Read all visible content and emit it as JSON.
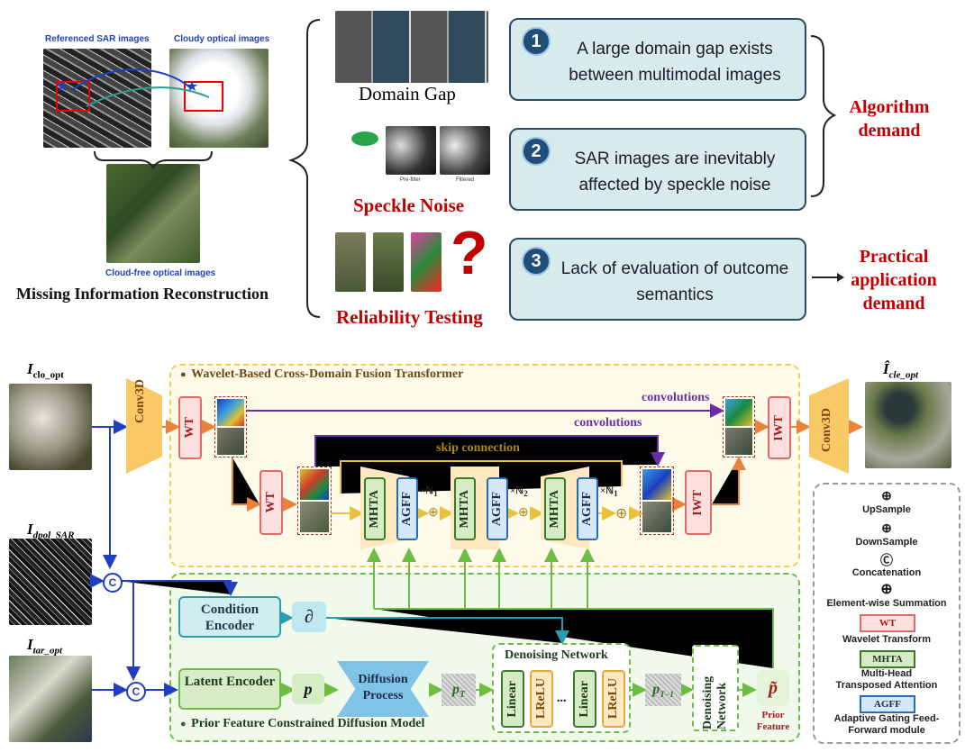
{
  "top": {
    "referenced_sar_label": "Referenced SAR images",
    "cloudy_optical_label": "Cloudy optical images",
    "cloud_free_label": "Cloud-free optical images",
    "missing_info_title": "Missing Information Reconstruction",
    "challenges": [
      {
        "label": "Domain Gap"
      },
      {
        "label": "Speckle Noise",
        "prefilter": "Pre-filter",
        "filtered": "Filtered"
      },
      {
        "label": "Reliability Testing"
      }
    ],
    "demands": [
      {
        "num": "1",
        "text": "A large domain gap exists between multimodal images"
      },
      {
        "num": "2",
        "text": "SAR images are inevitably affected by speckle noise"
      },
      {
        "num": "3",
        "text": "Lack of evaluation of outcome semantics"
      }
    ],
    "algorithm_demand": "Algorithm demand",
    "practical_demand": "Practical application demand"
  },
  "bottom": {
    "input_clo_opt": "I",
    "input_clo_opt_sub": "clo_opt",
    "input_dpol_sar": "I",
    "input_dpol_sar_sub": "dpol_SAR",
    "input_tar_opt": "I",
    "input_tar_opt_sub": "tar_opt",
    "output_label": "Î",
    "output_sub": "cle_opt",
    "conv3d": "Conv3D",
    "wt": "WT",
    "iwt": "IWT",
    "mhta": "MHTA",
    "agff": "AGFF",
    "transformer_title": "Wavelet-Based Cross-Domain Fusion Transformer",
    "diffusion_title": "Prior Feature Constrained Diffusion Model",
    "convolutions": "convolutions",
    "skip_connection": "skip connection",
    "n1": "×ℕ",
    "n1_sub": "1",
    "n2": "×ℕ",
    "n2_sub": "2",
    "condition_encoder": "Condition Encoder",
    "latent_encoder": "Latent Encoder",
    "diffusion_process": "Diffusion Process",
    "denoising_network": "Denoising Network",
    "linear": "Linear",
    "lrelu": "LReLU",
    "ellipsis": "...",
    "partial": "∂",
    "p": "p",
    "p_T": "p",
    "p_T_sub": "T",
    "p_T1": "p",
    "p_T1_sub": "T−1",
    "p_tilde": "p̃",
    "prior_feature": "Prior Feature",
    "concat_symbol": "C",
    "legend": {
      "upsample": "UpSample",
      "downsample": "DownSample",
      "concatenation": "Concatenation",
      "summation": "Element-wise Summation",
      "wt_box": "WT",
      "wt_desc": "Wavelet Transform",
      "mhta_box": "MHTA",
      "mhta_desc": "Multi-Head Transposed Attention",
      "agff_box": "AGFF",
      "agff_desc": "Adaptive Gating Feed-Forward module"
    }
  },
  "colors": {
    "red_title": "#c00000",
    "demand_fill": "#d8ebec",
    "conv3d_fill": "#f9c867",
    "wt_fill": "#fde0de",
    "mhta_fill": "#d6ecc4",
    "agff_fill": "#d4e8f8",
    "transformer_bg": "#fffbea",
    "diffusion_bg": "#f1f9ea",
    "diffusion_process_fill": "#7fc3e6",
    "arrow_blue": "#1f3fbf",
    "arrow_purple": "#6a2fa8",
    "arrow_orange": "#e8823d",
    "arrow_green": "#6dbd45"
  }
}
